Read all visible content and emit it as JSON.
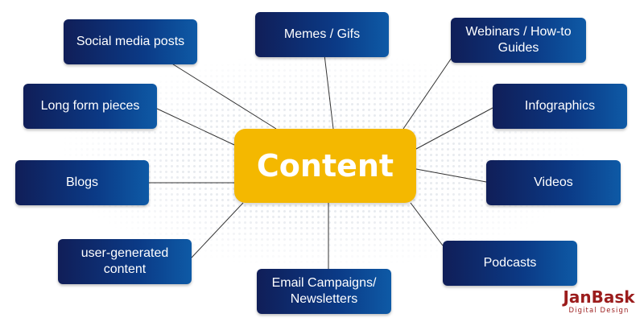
{
  "center": {
    "label": "Content"
  },
  "nodes": {
    "social_media_posts": "Social media posts",
    "memes_gifs": "Memes / Gifs",
    "webinars": "Webinars / How-to Guides",
    "long_form": "Long form pieces",
    "infographics": "Infographics",
    "blogs": "Blogs",
    "videos": "Videos",
    "user_generated": "user-generated content",
    "podcasts": "Podcasts",
    "email_campaigns": "Email Campaigns/ Newsletters"
  },
  "logo": {
    "name": "JanBask",
    "tagline": "Digital Design"
  },
  "colors": {
    "center_fill": "#f4b800",
    "node_dark": "#101e58",
    "node_light": "#0e5aa6",
    "logo": "#9b1c1c",
    "connector": "#333333"
  }
}
